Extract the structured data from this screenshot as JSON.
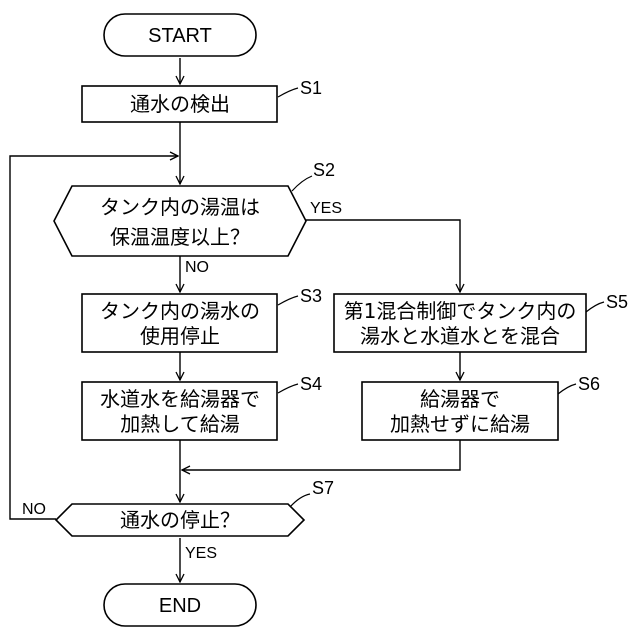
{
  "nodes": {
    "start": "START",
    "s1": "通水の検出",
    "s2": [
      "タンク内の湯温は",
      "保温温度以上？"
    ],
    "s3": [
      "タンク内の湯水の",
      "使用停止"
    ],
    "s4": [
      "水道水を給湯器で",
      "加熱して給湯"
    ],
    "s5": [
      "第1混合制御でタンク内の",
      "湯水と水道水とを混合"
    ],
    "s6": [
      "給湯器で",
      "加熱せずに給湯"
    ],
    "s7": "通水の停止？",
    "end": "END"
  },
  "step_labels": {
    "s1": "S1",
    "s2": "S2",
    "s3": "S3",
    "s4": "S4",
    "s5": "S5",
    "s6": "S6",
    "s7": "S7"
  },
  "branch_labels": {
    "s2_yes": "YES",
    "s2_no": "NO",
    "s7_no": "NO",
    "s7_yes": "YES"
  }
}
